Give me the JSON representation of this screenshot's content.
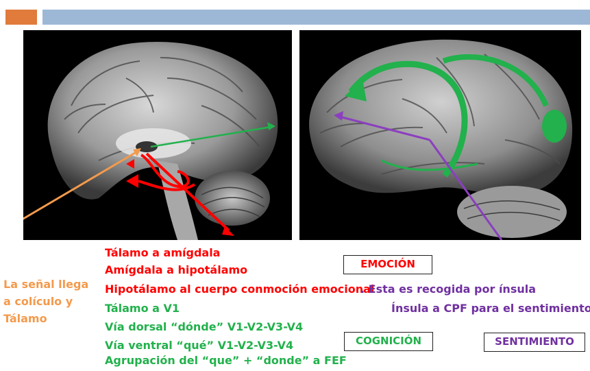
{
  "header": {
    "accent_color": "#e07b3c",
    "bar_color": "#9db8d6"
  },
  "images": {
    "left": {
      "name": "medial-brain-photo"
    },
    "right": {
      "name": "lateral-brain-photo"
    }
  },
  "left_caption": {
    "line1": "La señal llega",
    "line2": "a colículo y",
    "line3": "Tálamo"
  },
  "pathway_lines": [
    "Tálamo a amígdala",
    "Amígdala a hipotálamo",
    "Hipotálamo al cuerpo conmoción emocional",
    "Tálamo a V1",
    "Vía dorsal “dónde”  V1-V2-V3-V4",
    "Vía ventral “qué”  V1-V2-V3-V4",
    "Agrupación del “que” + “donde” a FEF"
  ],
  "insula_text": ". Esta es recogida por ínsula",
  "insula_cpf_text": "Ínsula a CPF para el sentimiento",
  "boxes": {
    "emotion": "EMOCIÓN",
    "cognition": "COGNICIÓN",
    "feeling": "SENTIMIENTO"
  },
  "colors": {
    "red": "#ff0000",
    "green": "#22b14c",
    "orange": "#f39a4c",
    "purple": "#7030a0"
  }
}
